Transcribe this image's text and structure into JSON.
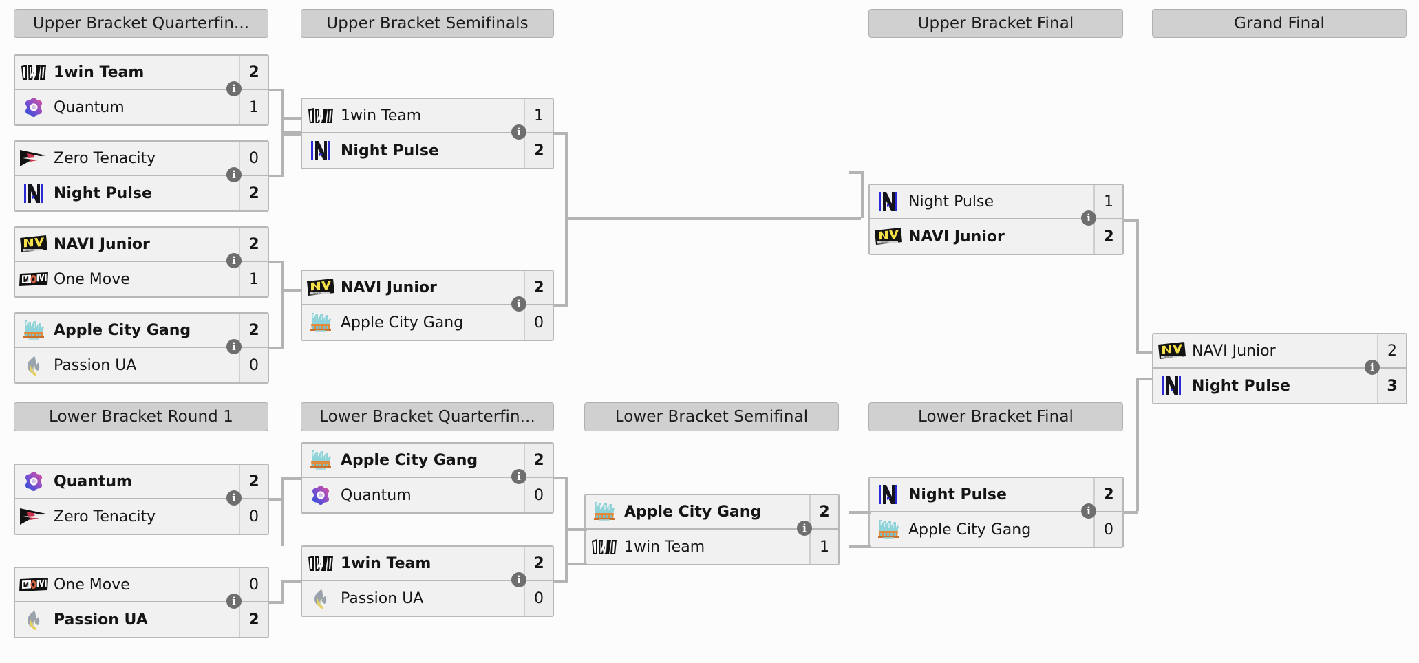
{
  "page": {
    "title": "Tournament Bracket",
    "background_color": "#fcfcfc",
    "header_color": "#d0d0d0",
    "line_color": "#b4b4b4",
    "info_badge_glyph": "i"
  },
  "rounds": [
    {
      "id": "ub-qf",
      "label": "Upper Bracket Quarterfin..."
    },
    {
      "id": "ub-sf",
      "label": "Upper Bracket Semifinals"
    },
    {
      "id": "ub-f",
      "label": "Upper Bracket Final"
    },
    {
      "id": "gf",
      "label": "Grand Final"
    },
    {
      "id": "lb-r1",
      "label": "Lower Bracket Round 1"
    },
    {
      "id": "lb-qf",
      "label": "Lower Bracket Quarterfin..."
    },
    {
      "id": "lb-sf",
      "label": "Lower Bracket Semifinal"
    },
    {
      "id": "lb-f",
      "label": "Lower Bracket Final"
    }
  ],
  "matches": [
    {
      "id": "ubqf1",
      "round": "ub-qf",
      "top": {
        "name": "1win Team",
        "logo": "1win-logo",
        "score": "2",
        "winner": true
      },
      "bottom": {
        "name": "Quantum",
        "logo": "quantum-logo",
        "score": "1",
        "winner": false
      }
    },
    {
      "id": "ubqf2",
      "round": "ub-qf",
      "top": {
        "name": "Zero Tenacity",
        "logo": "zero-tenacity-logo",
        "score": "0",
        "winner": false
      },
      "bottom": {
        "name": "Night Pulse",
        "logo": "night-pulse-logo",
        "score": "2",
        "winner": true
      }
    },
    {
      "id": "ubqf3",
      "round": "ub-qf",
      "top": {
        "name": "NAVI Junior",
        "logo": "navi-junior-logo",
        "score": "2",
        "winner": true
      },
      "bottom": {
        "name": "One Move",
        "logo": "one-move-logo",
        "score": "1",
        "winner": false
      }
    },
    {
      "id": "ubqf4",
      "round": "ub-qf",
      "top": {
        "name": "Apple City Gang",
        "logo": "apple-city-gang-logo",
        "score": "2",
        "winner": true
      },
      "bottom": {
        "name": "Passion UA",
        "logo": "passion-ua-logo",
        "score": "0",
        "winner": false
      }
    },
    {
      "id": "ubsf1",
      "round": "ub-sf",
      "top": {
        "name": "1win Team",
        "logo": "1win-logo",
        "score": "1",
        "winner": false
      },
      "bottom": {
        "name": "Night Pulse",
        "logo": "night-pulse-logo",
        "score": "2",
        "winner": true
      }
    },
    {
      "id": "ubsf2",
      "round": "ub-sf",
      "top": {
        "name": "NAVI Junior",
        "logo": "navi-junior-logo",
        "score": "2",
        "winner": true
      },
      "bottom": {
        "name": "Apple City Gang",
        "logo": "apple-city-gang-logo",
        "score": "0",
        "winner": false
      }
    },
    {
      "id": "ubf",
      "round": "ub-f",
      "top": {
        "name": "Night Pulse",
        "logo": "night-pulse-logo",
        "score": "1",
        "winner": false
      },
      "bottom": {
        "name": "NAVI Junior",
        "logo": "navi-junior-logo",
        "score": "2",
        "winner": true
      }
    },
    {
      "id": "gf",
      "round": "gf",
      "top": {
        "name": "NAVI Junior",
        "logo": "navi-junior-logo",
        "score": "2",
        "winner": false
      },
      "bottom": {
        "name": "Night Pulse",
        "logo": "night-pulse-logo",
        "score": "3",
        "winner": true
      }
    },
    {
      "id": "lbr1a",
      "round": "lb-r1",
      "top": {
        "name": "Quantum",
        "logo": "quantum-logo",
        "score": "2",
        "winner": true
      },
      "bottom": {
        "name": "Zero Tenacity",
        "logo": "zero-tenacity-logo",
        "score": "0",
        "winner": false
      }
    },
    {
      "id": "lbr1b",
      "round": "lb-r1",
      "top": {
        "name": "One Move",
        "logo": "one-move-logo",
        "score": "0",
        "winner": false
      },
      "bottom": {
        "name": "Passion UA",
        "logo": "passion-ua-logo",
        "score": "2",
        "winner": true
      }
    },
    {
      "id": "lbqf1",
      "round": "lb-qf",
      "top": {
        "name": "Apple City Gang",
        "logo": "apple-city-gang-logo",
        "score": "2",
        "winner": true
      },
      "bottom": {
        "name": "Quantum",
        "logo": "quantum-logo",
        "score": "0",
        "winner": false
      }
    },
    {
      "id": "lbqf2",
      "round": "lb-qf",
      "top": {
        "name": "1win Team",
        "logo": "1win-logo",
        "score": "2",
        "winner": true
      },
      "bottom": {
        "name": "Passion UA",
        "logo": "passion-ua-logo",
        "score": "0",
        "winner": false
      }
    },
    {
      "id": "lbsf",
      "round": "lb-sf",
      "top": {
        "name": "Apple City Gang",
        "logo": "apple-city-gang-logo",
        "score": "2",
        "winner": true
      },
      "bottom": {
        "name": "1win Team",
        "logo": "1win-logo",
        "score": "1",
        "winner": false
      }
    },
    {
      "id": "lbf",
      "round": "lb-f",
      "top": {
        "name": "Night Pulse",
        "logo": "night-pulse-logo",
        "score": "2",
        "winner": true
      },
      "bottom": {
        "name": "Apple City Gang",
        "logo": "apple-city-gang-logo",
        "score": "0",
        "winner": false
      }
    }
  ]
}
